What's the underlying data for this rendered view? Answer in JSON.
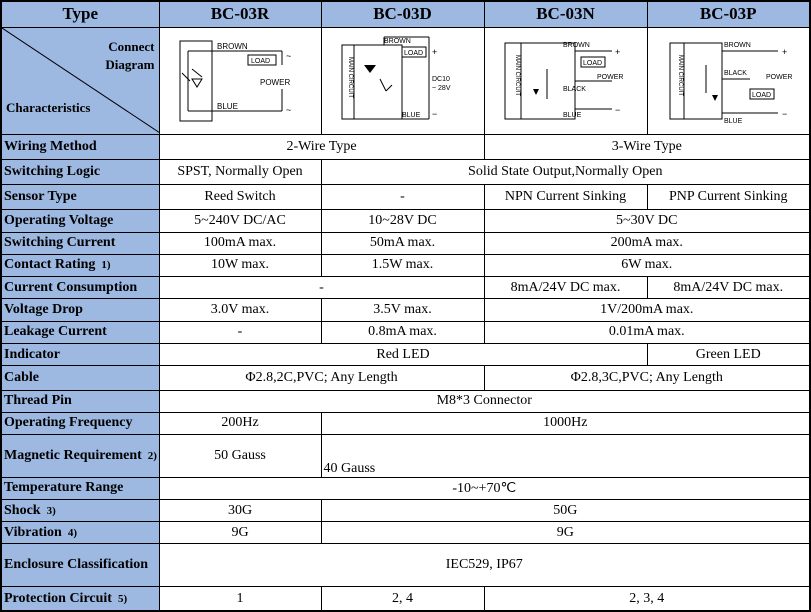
{
  "header": {
    "type_label": "Type",
    "models": [
      "BC-03R",
      "BC-03D",
      "BC-03N",
      "BC-03P"
    ]
  },
  "corner": {
    "connect_diagram": "Connect Diagram",
    "characteristics": "Characteristics"
  },
  "diagrams": {
    "brown": "BROWN",
    "blue": "BLUE",
    "black": "BLACK",
    "load": "LOAD",
    "power": "POWER",
    "main_circuit": "MAIN CIRCUIT",
    "dc10": "DC10",
    "dc28": "~ 28V",
    "plus": "+",
    "minus": "−",
    "tilde": "~"
  },
  "rows": {
    "wiring": {
      "label": "Wiring Method",
      "two_wire": "2-Wire Type",
      "three_wire": "3-Wire Type"
    },
    "switching_logic": {
      "label": "Switching Logic",
      "r": "SPST, Normally Open",
      "rest": "Solid State Output,Normally Open"
    },
    "sensor_type": {
      "label": "Sensor Type",
      "r": "Reed Switch",
      "d": "-",
      "n": "NPN Current Sinking",
      "p": "PNP Current Sinking"
    },
    "operating_voltage": {
      "label": "Operating Voltage",
      "r": "5~240V DC/AC",
      "d": "10~28V DC",
      "np": "5~30V DC"
    },
    "switching_current": {
      "label": "Switching Current",
      "r": "100mA max.",
      "d": "50mA max.",
      "np": "200mA max."
    },
    "contact_rating": {
      "label": "Contact Rating",
      "note": "1)",
      "r": "10W max.",
      "d": "1.5W max.",
      "np": "6W max."
    },
    "current_consumption": {
      "label": "Current Consumption",
      "rd": "-",
      "n": "8mA/24V DC max.",
      "p": "8mA/24V DC max."
    },
    "voltage_drop": {
      "label": "Voltage Drop",
      "r": "3.0V max.",
      "d": "3.5V max.",
      "np": "1V/200mA max."
    },
    "leakage_current": {
      "label": "Leakage Current",
      "r": "-",
      "d": "0.8mA max.",
      "np": "0.01mA max."
    },
    "indicator": {
      "label": "Indicator",
      "rdn": "Red LED",
      "p": "Green LED"
    },
    "cable": {
      "label": "Cable",
      "rd": "Φ2.8,2C,PVC; Any Length",
      "np": "Φ2.8,3C,PVC; Any Length"
    },
    "thread_pin": {
      "label": "Thread Pin",
      "all": "M8*3 Connector"
    },
    "operating_frequency": {
      "label": "Operating Frequency",
      "r": "200Hz",
      "rest": "1000Hz"
    },
    "magnetic": {
      "label": "Magnetic Requirement",
      "note": "2)",
      "r": "50 Gauss",
      "rest": "40 Gauss"
    },
    "temperature": {
      "label": "Temperature Range",
      "all": "-10~+70℃"
    },
    "shock": {
      "label": "Shock",
      "note": "3)",
      "r": "30G",
      "rest": "50G"
    },
    "vibration": {
      "label": "Vibration",
      "note": "4)",
      "r": "9G",
      "rest": "9G"
    },
    "enclosure": {
      "label": "Enclosure Classification",
      "all": "IEC529, IP67"
    },
    "protection": {
      "label": "Protection Circuit",
      "note": "5)",
      "r": "1",
      "d": "2, 4",
      "np": "2, 3, 4"
    }
  }
}
